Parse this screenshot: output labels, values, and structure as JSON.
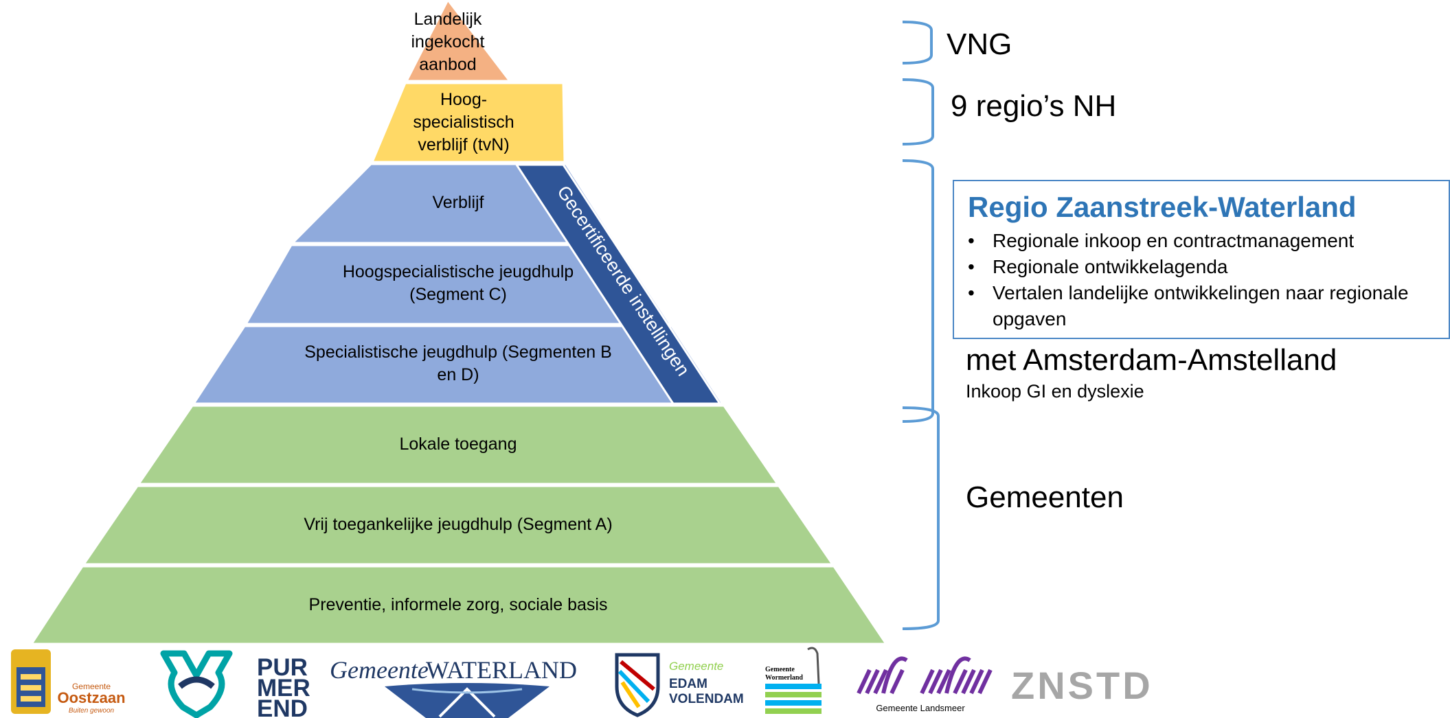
{
  "pyramid": {
    "levels": [
      {
        "text": "Landelijk ingekocht aanbod",
        "lines": [
          "Landelijk",
          "ingekocht",
          "aanbod"
        ],
        "color": "#f4b183"
      },
      {
        "text": "Hoog-specialistisch verblijf (tvN)",
        "lines": [
          "Hoog-",
          "specialistisch",
          "verblijf (tvN)"
        ],
        "color": "#ffd966"
      },
      {
        "text": "Verblijf",
        "lines": [
          "Verblijf"
        ],
        "color": "#8faadc"
      },
      {
        "text": "Hoogspecialistische jeugdhulp (Segment C)",
        "lines": [
          "Hoogspecialistische jeugdhulp",
          "(Segment C)"
        ],
        "color": "#8faadc"
      },
      {
        "text": "Specialistische jeugdhulp (Segmenten B en D)",
        "lines": [
          "Specialistische jeugdhulp (Segmenten B",
          "en D)"
        ],
        "color": "#8faadc"
      },
      {
        "text": "Lokale toegang",
        "lines": [
          "Lokale toegang"
        ],
        "color": "#a9d18e"
      },
      {
        "text": "Vrij toegankelijke jeugdhulp (Segment A)",
        "lines": [
          "Vrij toegankelijke jeugdhulp (Segment A)"
        ],
        "color": "#a9d18e"
      },
      {
        "text": "Preventie, informele zorg, sociale basis",
        "lines": [
          "Preventie, informele zorg, sociale basis"
        ],
        "color": "#a9d18e"
      }
    ],
    "certified_band": {
      "label": "Gecertificeerde instellingen",
      "color": "#2f5597"
    }
  },
  "right_panel": {
    "vng": "VNG",
    "regios": "9 regio’s NH",
    "regio_box": {
      "title": "Regio Zaanstreek-Waterland",
      "bullets": [
        "Regionale inkoop en  contractmanagement",
        "Regionale ontwikkelagenda",
        "Vertalen landelijke ontwikkelingen naar regionale opgaven"
      ],
      "bullet_lines": [
        [
          "Regionale inkoop en  contractmanagement"
        ],
        [
          "Regionale ontwikkelagenda"
        ],
        [
          "Vertalen landelijke ontwikkelingen naar regionale",
          "opgaven"
        ]
      ]
    },
    "amsterdam": "met Amsterdam-Amstelland",
    "amsterdam_sub": "Inkoop GI en dyslexie",
    "gemeenten": "Gemeenten",
    "bracket_color": "#5b9bd5"
  },
  "logos": {
    "oostzaan": {
      "line1": "Gemeente",
      "line2": "Oostzaan",
      "line3": "Buiten gewoon"
    },
    "purmerend": {
      "line1": "PUR",
      "line2": "MER",
      "line3": "END"
    },
    "waterland": {
      "text_italic": "Gemeente",
      "text_caps": "WATERLAND"
    },
    "edam": {
      "line1": "Gemeente",
      "line2": "EDAM",
      "line3": "VOLENDAM"
    },
    "wormerland": {
      "line1": "Gemeente",
      "line2": "Wormerland"
    },
    "landsmeer": {
      "caption": "Gemeente Landsmeer"
    },
    "znstd": {
      "text": "ZNSTD"
    }
  }
}
